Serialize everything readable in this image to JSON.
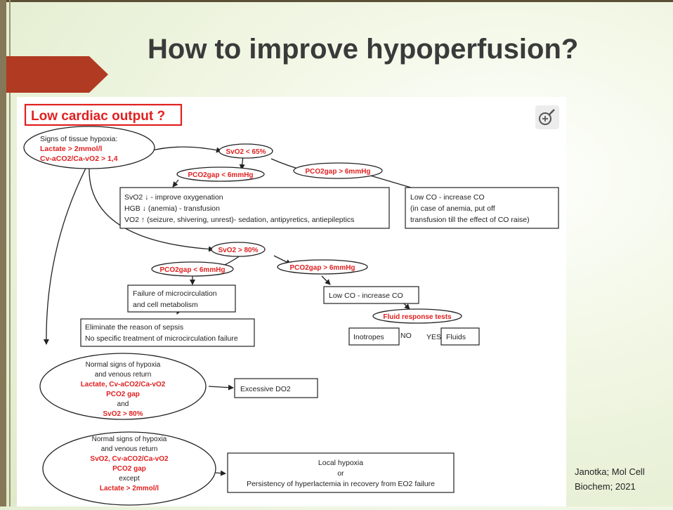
{
  "slide": {
    "title": "How to improve hypoperfusion?",
    "citation_line1": "Janotka; Mol Cell",
    "citation_line2": "Biochem; 2021"
  },
  "colors": {
    "accent_red": "#e02020",
    "frame": "#847858",
    "arrow": "#b03a22"
  },
  "diagram": {
    "header": "Low cardiac output ?",
    "zoom_icon": "zoom-in-icon",
    "signs": {
      "line1": "Signs of tissue hypoxia:",
      "line2": "Lactate > 2mmol/l",
      "line3": "Cv-aCO2/Ca-vO2 > 1,4"
    },
    "svo2_low": "SvO2 < 65%",
    "pco2_low_a": "PCO2gap < 6mmHg",
    "pco2_high_a": "PCO2gap > 6mmHg",
    "box_oxygenation": {
      "line1": "SvO2 ↓ - improve oxygenation",
      "line2": "HGB ↓ (anemia) - transfusion",
      "line3": "VO2 ↑ (seizure, shivering, unrest)- sedation, antipyretics, antiepileptics"
    },
    "box_increase_co": {
      "line1": "Low CO - increase CO",
      "line2": "(in case of anemia, put off",
      "line3": "transfusion till the effect of CO raise)"
    },
    "svo2_high": "SvO2 > 80%",
    "pco2_low_b": "PCO2gap < 6mmHg",
    "pco2_high_b": "PCO2gap > 6mmHg",
    "box_micro_failure": {
      "line1": "Failure of microcirculation",
      "line2": "and cell metabolism"
    },
    "box_low_co": "Low CO - increase CO",
    "fluid_tests": "Fluid response tests",
    "box_eliminate": {
      "line1": "Eliminate the reason of sepsis",
      "line2": "No specific treatment of microcirculation failure"
    },
    "box_inotropes": "Inotropes",
    "label_no": "NO",
    "label_yes": "YES",
    "box_fluids": "Fluids",
    "normal1": {
      "line1": "Normal signs of hypoxia",
      "line2": "and venous return",
      "line3": "Lactate, Cv-aCO2/Ca-vO2",
      "line4": "PCO2 gap",
      "line5": "and",
      "line6": "SvO2 > 80%"
    },
    "box_excessive": "Excessive DO2",
    "normal2": {
      "line1": "Normal signs of hypoxia",
      "line2": "and venous return",
      "line3": "SvO2, Cv-aCO2/Ca-vO2",
      "line4": "PCO2 gap",
      "line5": "except",
      "line6": "Lactate > 2mmol/l"
    },
    "box_local": {
      "line1": "Local hypoxia",
      "line2": "or",
      "line3": "Persistency of hyperlactemia in recovery from EO2 failure"
    }
  }
}
